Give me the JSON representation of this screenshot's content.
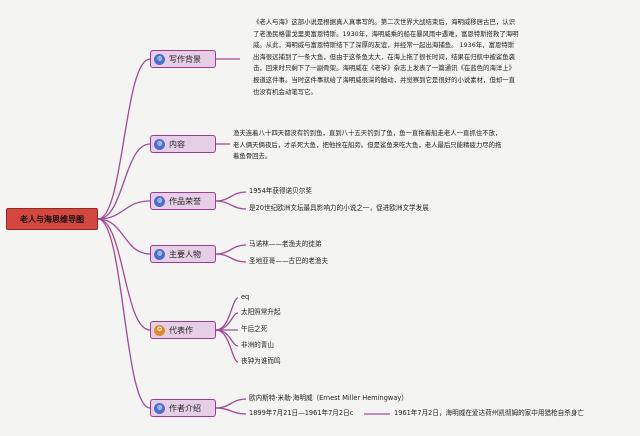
{
  "root": {
    "label": "老人与海思维导图"
  },
  "branches": {
    "background": {
      "label": "写作背景",
      "text": "《老人与海》这部小说是根据真人真事写的。第二次世界大战结束后，海明威移居古巴，认识了老渔民格雷戈里奥富恩特斯。1930年，海明威乘的船在暴风雨中遇难，富恩特斯搭救了海明威。从此，海明威与富恩特斯结下了深厚的友谊，并经常一起出海捕鱼。 1936年，富恩特斯出海很远捕到了一条大鱼，但由于这条鱼太大，在海上拖了很长时间，结果在归航中被鲨鱼袭击，回来时只剩下了一副骨架。海明威在《老爷》杂志上发表了一篇通讯《在蓝色的海洋上》报道这件事。当时这件事就给了海明威很深的触动，并觉察到它是很好的小说素材，但却一直也没有机会动笔写它。"
    },
    "content": {
      "label": "内容",
      "text": "渔夫连着八十四天都没有钓到鱼，直到八十五天钓到了鱼，鱼一直拖着船走老人一直抓住不放，老人俩天俩夜后，才杀死大鱼，把他拴在船旁。但是鲨鱼来吃大鱼，老人最后只能精疲力尽的拖着鱼骨回去。"
    },
    "honors": {
      "label": "作品荣誉",
      "items": [
        "1954年获得诺贝尔奖",
        "是20世纪欧洲文坛最具影响力的小说之一，促进欧洲文学发展"
      ]
    },
    "characters": {
      "label": "主要人物",
      "items": [
        "马诺林——老渔夫的徒弟",
        "圣地亚哥——古巴的老渔夫"
      ]
    },
    "works": {
      "label": "代表作",
      "items": [
        "eq",
        "太阳照常升起",
        "午后之死",
        "非洲的青山",
        "丧钟为谁而鸣"
      ]
    },
    "author": {
      "label": "作者介绍",
      "items": [
        "欧内斯特·米勒·海明威（Ernest Miller Hemingway）",
        "1899年7月21日—1961年7月2日c"
      ],
      "sub": "1961年7月2日，海明威在爱达荷州凯彻姆的家中用猎枪自杀身亡"
    }
  },
  "colors": {
    "root_fill": "#d4473f",
    "branch_fill": "#e6cfe6",
    "branch_border": "#9a3f8f",
    "connector": "#a24a97",
    "icon_blue": "#4a6fd1",
    "icon_orange": "#e08a2a"
  },
  "icons": [
    "globe-icon",
    "medal-icon"
  ]
}
